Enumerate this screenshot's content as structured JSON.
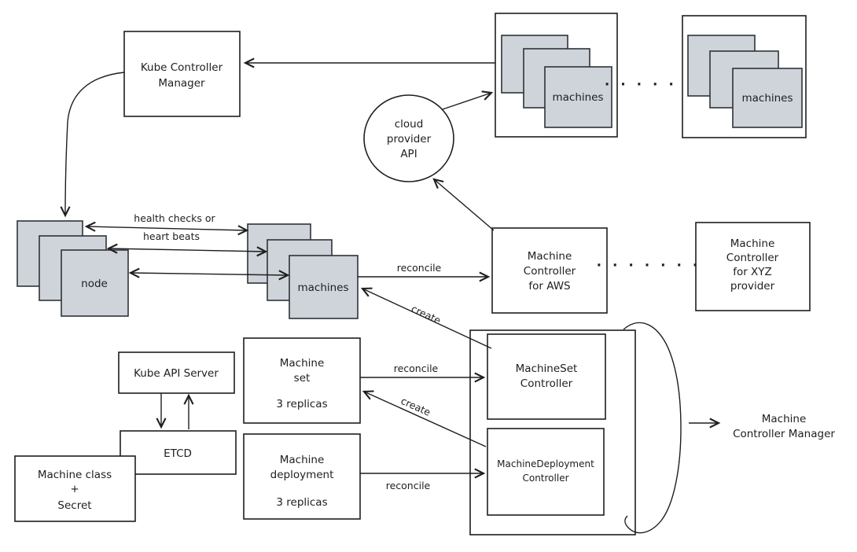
{
  "diagram": {
    "boxes": {
      "kube_controller_manager": {
        "lines": [
          "Kube Controller",
          "Manager"
        ]
      },
      "cloud_provider_api": {
        "lines": [
          "cloud",
          "provider",
          "API"
        ]
      },
      "machine_controller_aws": {
        "lines": [
          "Machine",
          "Controller",
          "for AWS"
        ]
      },
      "machine_controller_xyz": {
        "lines": [
          "Machine",
          "Controller",
          "for XYZ",
          "provider"
        ]
      },
      "kube_api_server": {
        "label": "Kube API Server"
      },
      "etcd": {
        "label": "ETCD"
      },
      "machine_class_secret": {
        "lines": [
          "Machine class",
          "+",
          "Secret"
        ]
      },
      "machine_set": {
        "lines": [
          "Machine",
          "set",
          "3 replicas"
        ]
      },
      "machine_deployment": {
        "lines": [
          "Machine",
          "deployment",
          "3 replicas"
        ]
      },
      "machineset_controller": {
        "lines": [
          "MachineSet",
          "Controller"
        ]
      },
      "machinedeployment_controller": {
        "lines": [
          "MachineDeployment",
          "Controller"
        ]
      },
      "machine_controller_manager": {
        "lines": [
          "Machine",
          "Controller Manager"
        ]
      }
    },
    "stacks": {
      "node": {
        "label": "node"
      },
      "machines_mid": {
        "label": "machines"
      },
      "machines_top_1": {
        "label": "machines"
      },
      "machines_top_2": {
        "label": "machines"
      }
    },
    "edge_labels": {
      "health_checks": {
        "lines": [
          "health checks or",
          "heart beats"
        ]
      },
      "reconcile_machines": "reconcile",
      "reconcile_machineset": "reconcile",
      "reconcile_machinedeployment": "reconcile",
      "create_machines": "create",
      "create_machineset": "create"
    },
    "ellipsis_top": "· · · · · ·",
    "ellipsis_mid": "· · · · · · ·",
    "colors": {
      "stroke": "#1e1e1e",
      "stack_fill": "#ced4da",
      "background": "#ffffff"
    }
  }
}
